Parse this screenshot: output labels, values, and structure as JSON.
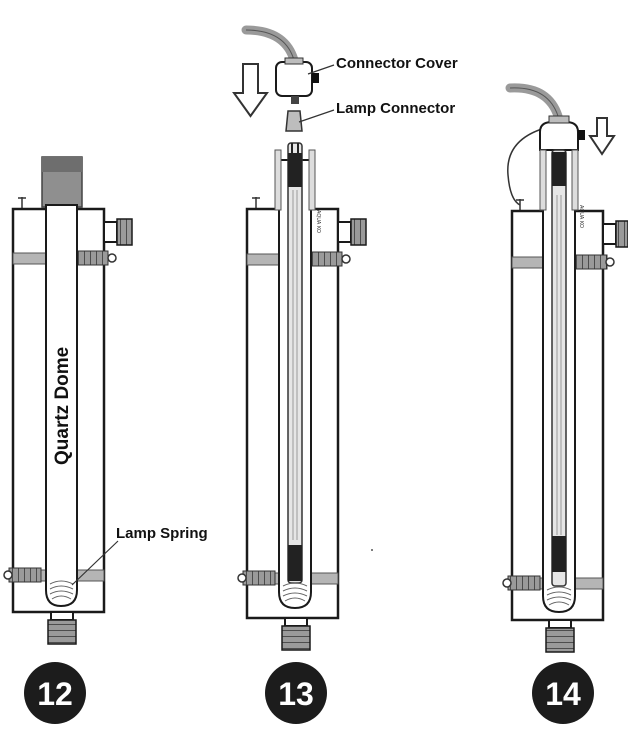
{
  "labels": {
    "quartz_dome": "Quartz Dome",
    "lamp_spring": "Lamp Spring",
    "connector_cover": "Connector Cover",
    "lamp_connector": "Lamp Connector"
  },
  "lamp_marking": "AQUA KO",
  "steps": [
    "12",
    "13",
    "14"
  ],
  "colors": {
    "outline": "#1a1a1a",
    "band": "#b5b5b5",
    "lamp_tip": "#222222",
    "step_badge": "#1c1c1c",
    "connector_body": "#bdbdbd"
  }
}
